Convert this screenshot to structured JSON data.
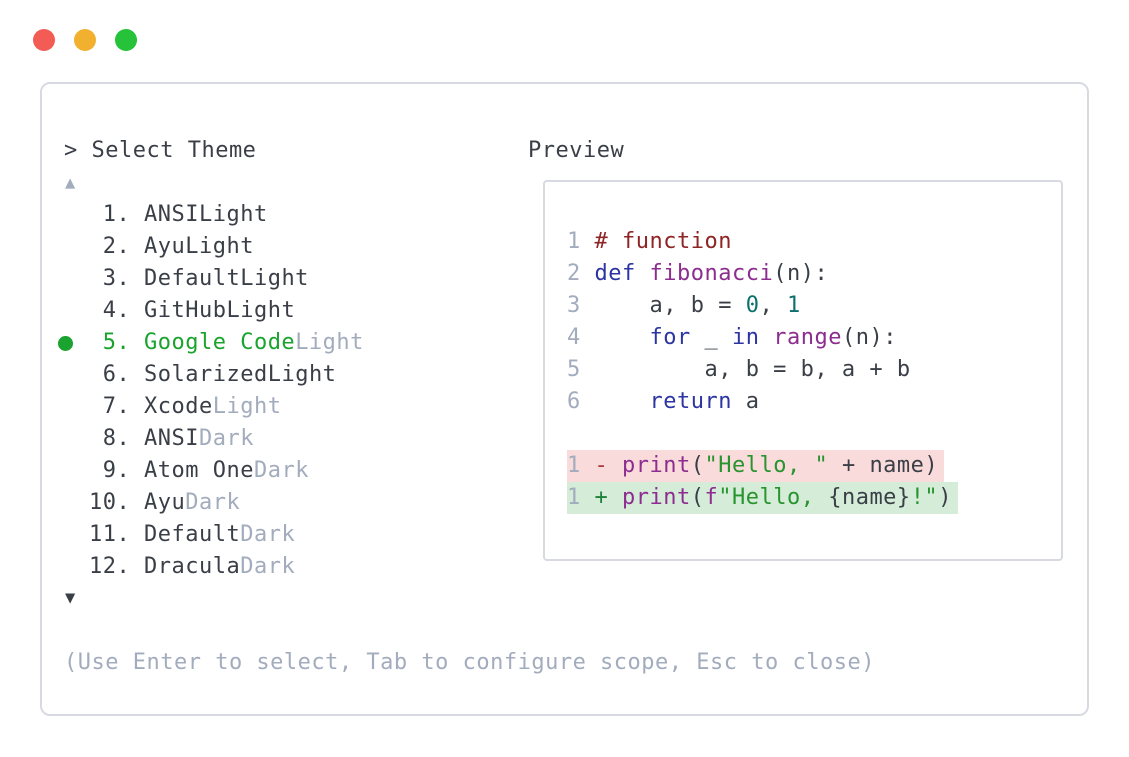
{
  "window": {
    "traffic_lights": {
      "close_color": "#f25c54",
      "minimize_color": "#f1b12e",
      "zoom_color": "#25c23a"
    }
  },
  "dialog": {
    "prompt": "> Select Theme",
    "scroll_up_icon": "▲",
    "scroll_down_icon": "▼",
    "help": "(Use Enter to select, Tab to configure scope, Esc to close)",
    "selected_color": "#1aa32e",
    "items": [
      {
        "number": " 1. ",
        "name": "ANSI",
        "variant": "Light",
        "dim_variant": false,
        "selected": false
      },
      {
        "number": " 2. ",
        "name": "Ayu",
        "variant": "Light",
        "dim_variant": false,
        "selected": false
      },
      {
        "number": " 3. ",
        "name": "Default",
        "variant": "Light",
        "dim_variant": false,
        "selected": false
      },
      {
        "number": " 4. ",
        "name": "GitHub",
        "variant": "Light",
        "dim_variant": false,
        "selected": false
      },
      {
        "number": " 5. ",
        "name": "Google Code",
        "variant": "Light",
        "dim_variant": true,
        "selected": true
      },
      {
        "number": " 6. ",
        "name": "Solarized",
        "variant": "Light",
        "dim_variant": false,
        "selected": false
      },
      {
        "number": " 7. ",
        "name": "Xcode",
        "variant": "Light",
        "dim_variant": true,
        "selected": false
      },
      {
        "number": " 8. ",
        "name": "ANSI",
        "variant": "Dark",
        "dim_variant": true,
        "selected": false
      },
      {
        "number": " 9. ",
        "name": "Atom One",
        "variant": "Dark",
        "dim_variant": true,
        "selected": false
      },
      {
        "number": "10. ",
        "name": "Ayu",
        "variant": "Dark",
        "dim_variant": true,
        "selected": false
      },
      {
        "number": "11. ",
        "name": "Default",
        "variant": "Dark",
        "dim_variant": true,
        "selected": false
      },
      {
        "number": "12. ",
        "name": "Dracula",
        "variant": "Dark",
        "dim_variant": true,
        "selected": false
      }
    ]
  },
  "preview": {
    "label": "Preview",
    "syntax_colors": {
      "comment": "#8e2424",
      "keyword": "#2d35a3",
      "function": "#8c2d8f",
      "literal": "#0e6f6f",
      "string": "#27942e",
      "diff_minus": "#ae3b3b",
      "diff_plus": "#1f8038",
      "diff_removed_bg": "#fadbdb",
      "diff_added_bg": "#d5ecd9"
    },
    "lines": [
      {
        "num": "1",
        "tokens": [
          [
            "com",
            "# function"
          ]
        ]
      },
      {
        "num": "2",
        "tokens": [
          [
            "kwd",
            "def"
          ],
          [
            "plain",
            " "
          ],
          [
            "fn",
            "fibonacci"
          ],
          [
            "plain",
            "(n):"
          ]
        ]
      },
      {
        "num": "3",
        "tokens": [
          [
            "plain",
            "    a, b = "
          ],
          [
            "lit",
            "0"
          ],
          [
            "plain",
            ", "
          ],
          [
            "lit",
            "1"
          ]
        ]
      },
      {
        "num": "4",
        "tokens": [
          [
            "plain",
            "    "
          ],
          [
            "kwd",
            "for"
          ],
          [
            "plain",
            " _ "
          ],
          [
            "kwd",
            "in"
          ],
          [
            "plain",
            " "
          ],
          [
            "fn",
            "range"
          ],
          [
            "plain",
            "(n):"
          ]
        ]
      },
      {
        "num": "5",
        "tokens": [
          [
            "plain",
            "        a, b = b, a + b"
          ]
        ]
      },
      {
        "num": "6",
        "tokens": [
          [
            "plain",
            "    "
          ],
          [
            "kwd",
            "return"
          ],
          [
            "plain",
            " a"
          ]
        ]
      },
      {
        "blank": true
      },
      {
        "num": "1",
        "diff": "removed",
        "tokens": [
          [
            "minus",
            "-"
          ],
          [
            "plain",
            " "
          ],
          [
            "fn",
            "print"
          ],
          [
            "plain",
            "("
          ],
          [
            "str",
            "\"Hello, \""
          ],
          [
            "plain",
            " + name)"
          ]
        ]
      },
      {
        "num": "1",
        "diff": "added",
        "tokens": [
          [
            "plus",
            "+"
          ],
          [
            "plain",
            " "
          ],
          [
            "fn",
            "print"
          ],
          [
            "plain",
            "("
          ],
          [
            "fn",
            "f"
          ],
          [
            "str",
            "\"Hello, "
          ],
          [
            "plain",
            "{name}"
          ],
          [
            "str",
            "!\""
          ],
          [
            "plain",
            ")"
          ]
        ]
      }
    ]
  }
}
